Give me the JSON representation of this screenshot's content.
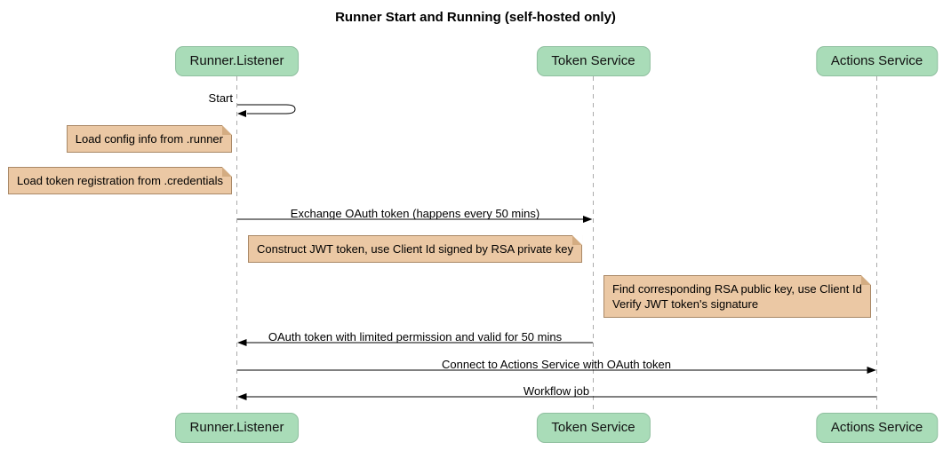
{
  "title": "Runner Start and Running (self-hosted only)",
  "participants": [
    {
      "id": "runner-listener",
      "label": "Runner.Listener"
    },
    {
      "id": "token-service",
      "label": "Token Service"
    },
    {
      "id": "actions-service",
      "label": "Actions Service"
    }
  ],
  "messages": [
    {
      "label": "Start",
      "from": "Runner.Listener",
      "to": "Runner.Listener",
      "type": "self"
    },
    {
      "label": "Exchange OAuth token (happens every 50 mins)",
      "from": "Runner.Listener",
      "to": "Token Service",
      "type": "solid"
    },
    {
      "label": "OAuth token with limited permission and valid for 50 mins",
      "from": "Token Service",
      "to": "Runner.Listener",
      "type": "solid"
    },
    {
      "label": "Connect to Actions Service with OAuth token",
      "from": "Runner.Listener",
      "to": "Actions Service",
      "type": "solid"
    },
    {
      "label": "Workflow job",
      "from": "Actions Service",
      "to": "Runner.Listener",
      "type": "solid"
    }
  ],
  "notes": [
    {
      "text": "Load config info from .runner",
      "position": "left of Runner.Listener"
    },
    {
      "text": "Load token registration from .credentials",
      "position": "left of Runner.Listener"
    },
    {
      "text": "Construct JWT token, use Client Id signed by RSA private key",
      "position": "between Runner.Listener and Token Service"
    },
    {
      "text": "Find corresponding RSA public key, use Client Id\nVerify JWT token's signature",
      "position": "left of Actions Service"
    }
  ],
  "colors": {
    "participant_fill": "#A9DCB8",
    "participant_border": "#8FBF9F",
    "note_fill": "#EBC8A4",
    "note_border": "#A98866",
    "note_fold": "#D3AC82",
    "lifeline": "#AAAAAA",
    "arrow": "#000000"
  }
}
